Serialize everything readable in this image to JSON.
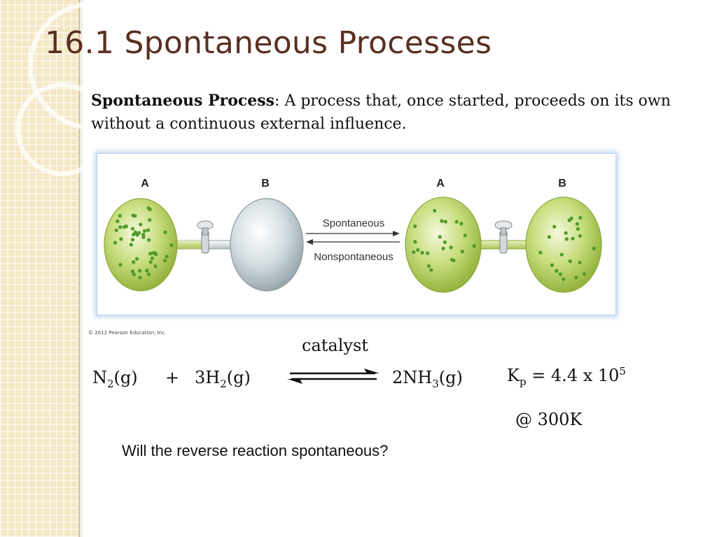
{
  "slide": {
    "title": "16.1 Spontaneous Processes",
    "definition": {
      "term": "Spontaneous Process",
      "text": ": A process that, once started, proceeds on its own without a continuous external influence."
    }
  },
  "figure": {
    "left_labels": [
      "A",
      "B"
    ],
    "right_labels": [
      "A",
      "B"
    ],
    "forward_label": "Spontaneous",
    "reverse_label": "Nonspontaneous",
    "copyright": "© 2012 Pearson Education, Inc."
  },
  "equation": {
    "catalyst": "catalyst",
    "reactant1": {
      "base": "N",
      "sub": "2",
      "state": "(g)"
    },
    "plus": "+",
    "reactant2": {
      "base": "3H",
      "sub": "2",
      "state": "(g)"
    },
    "product": {
      "base": "2NH",
      "sub": "3",
      "state": "(g)"
    },
    "kp": {
      "base": "K",
      "sub": "p",
      "value": " = 4.4 x 10",
      "exp": "5"
    },
    "temperature": "@ 300K"
  },
  "question": "Will the reverse reaction spontaneous?",
  "colors": {
    "title": "#5a2f20",
    "sidebar": "#f3e7c4",
    "bulb_green": "#bcd66a",
    "dot_green": "#4f9a28"
  }
}
